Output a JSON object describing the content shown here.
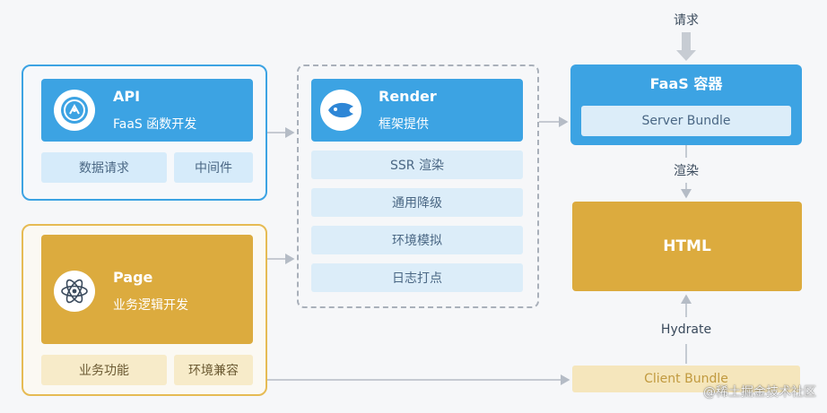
{
  "api": {
    "title": "API",
    "subtitle": "FaaS 函数开发",
    "chips": [
      "数据请求",
      "中间件"
    ]
  },
  "page": {
    "title": "Page",
    "subtitle": "业务逻辑开发",
    "chips": [
      "业务功能",
      "环境兼容"
    ]
  },
  "render": {
    "title": "Render",
    "subtitle": "框架提供",
    "items": [
      "SSR 渲染",
      "通用降级",
      "环境模拟",
      "日志打点"
    ]
  },
  "faas": {
    "title": "FaaS 容器",
    "server_bundle": "Server Bundle"
  },
  "flow": {
    "request": "请求",
    "render": "渲染",
    "hydrate": "Hydrate"
  },
  "html_box": "HTML",
  "client_bundle": "Client Bundle",
  "watermark": "@稀土掘金技术社区",
  "colors": {
    "blue": "#3ca3e3",
    "blue_light": "#dcedf9",
    "gold": "#dcab3e",
    "gold_light": "#f7ebc9",
    "arrow": "#b5bcc6"
  },
  "icons": {
    "api": "api-badge-icon",
    "page": "react-atom-icon",
    "render": "render-logo-icon"
  }
}
